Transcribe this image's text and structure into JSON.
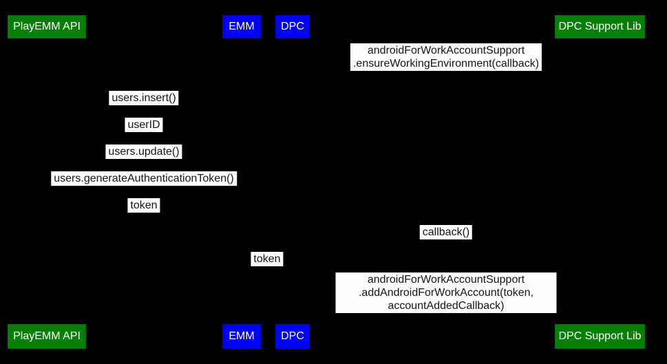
{
  "diagram": {
    "type": "sequence-diagram",
    "background_color": "#000000",
    "colors": {
      "participant_green": "#088008",
      "participant_blue": "#0202fa",
      "participant_text": "#ffffff",
      "message_background": "#fdfdfd",
      "message_text": "#151515"
    },
    "participants": [
      {
        "label": "PlayEMM API",
        "color": "#088008"
      },
      {
        "label": "EMM",
        "color": "#0202fa"
      },
      {
        "label": "DPC",
        "color": "#0202fa"
      },
      {
        "label": "DPC Support Lib",
        "color": "#088008"
      }
    ],
    "messages": [
      {
        "label": "androidForWorkAccountSupport\n.ensureWorkingEnvironment(callback)"
      },
      {
        "label": "users.insert()"
      },
      {
        "label": "userID"
      },
      {
        "label": "users.update()"
      },
      {
        "label": "users.generateAuthenticationToken()"
      },
      {
        "label": "token"
      },
      {
        "label": "callback()"
      },
      {
        "label": "token"
      },
      {
        "label": "androidForWorkAccountSupport\n.addAndroidForWorkAccount(token, accountAddedCallback)"
      }
    ]
  }
}
